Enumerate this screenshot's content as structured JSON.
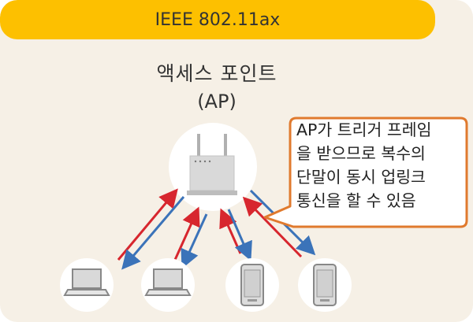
{
  "header": {
    "title": "IEEE 802.11ax"
  },
  "access_point": {
    "title": "액세스 포인트",
    "subtitle": "(AP)"
  },
  "callout": {
    "lines": [
      "AP가 트리거 프레임",
      "을 받으므로 복수의",
      "단말이 동시 업링크",
      "통신을 할 수 있음"
    ]
  },
  "colors": {
    "header": "#fdc000",
    "background": "#f6f0e6",
    "callout_border": "#e07a2e",
    "uplink_arrow": "#d7262e",
    "downlink_arrow": "#3b73b9"
  },
  "devices": [
    {
      "type": "laptop-icon"
    },
    {
      "type": "laptop-icon"
    },
    {
      "type": "phone-icon"
    },
    {
      "type": "phone-icon"
    }
  ]
}
